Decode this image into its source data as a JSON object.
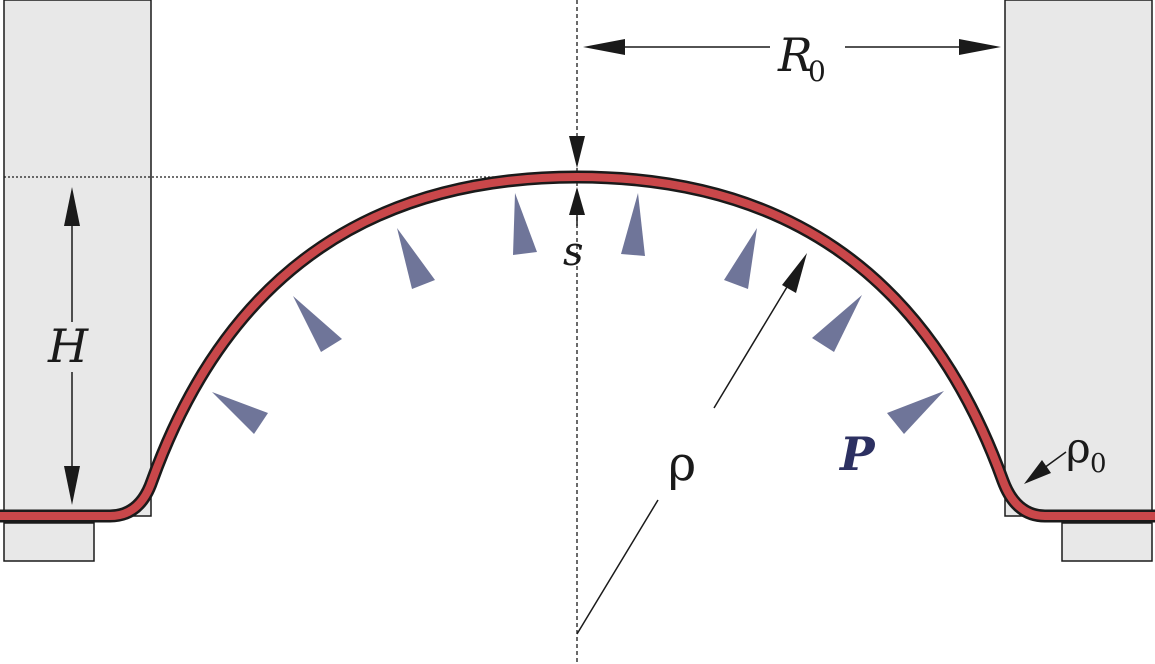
{
  "colors": {
    "die_fill": "#e8e8e8",
    "outline": "#1a1a1a",
    "sheet_fill": "#c9474a",
    "pressure_arrow": "#6f7599",
    "pressure_label": "#2c3061"
  },
  "labels": {
    "r0_main": "R",
    "r0_sub": "0",
    "h": "H",
    "s": "s",
    "rho": "ρ",
    "p": "P",
    "rho0_main": "ρ",
    "rho0_sub": "0"
  },
  "icons": {
    "pressure_arrow": "triangle-arrow-icon",
    "dimension_arrow": "arrowhead-icon"
  }
}
